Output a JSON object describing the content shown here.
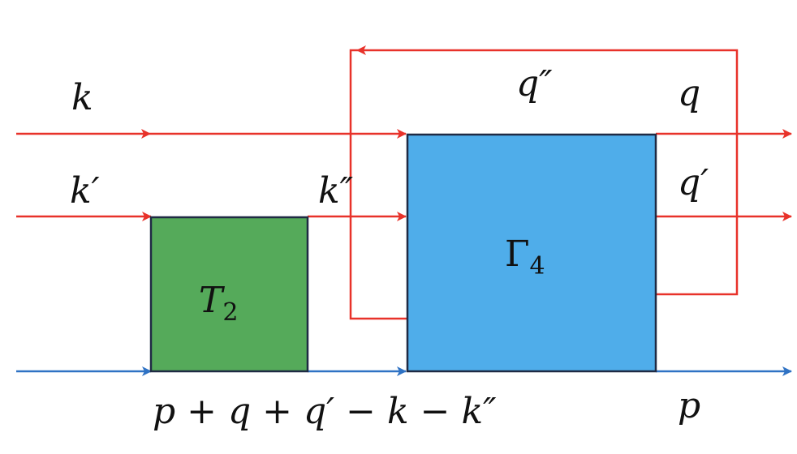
{
  "colors": {
    "fermion": "#e8322a",
    "boson": "#2f72c4",
    "t2_box": "#55aa5a",
    "gamma4_box": "#4fadea",
    "border": "#1f2a44"
  },
  "labels": {
    "k": "k",
    "k_prime": "k′",
    "k_double_prime": "k″",
    "q": "q",
    "q_prime": "q′",
    "q_double_prime": "q″",
    "p": "p",
    "bottom_momentum": "p + q + q′ − k − k″"
  },
  "boxes": {
    "t2": {
      "symbol": "T",
      "sub": "2"
    },
    "gamma4": {
      "symbol": "Γ",
      "sub": "4"
    }
  }
}
